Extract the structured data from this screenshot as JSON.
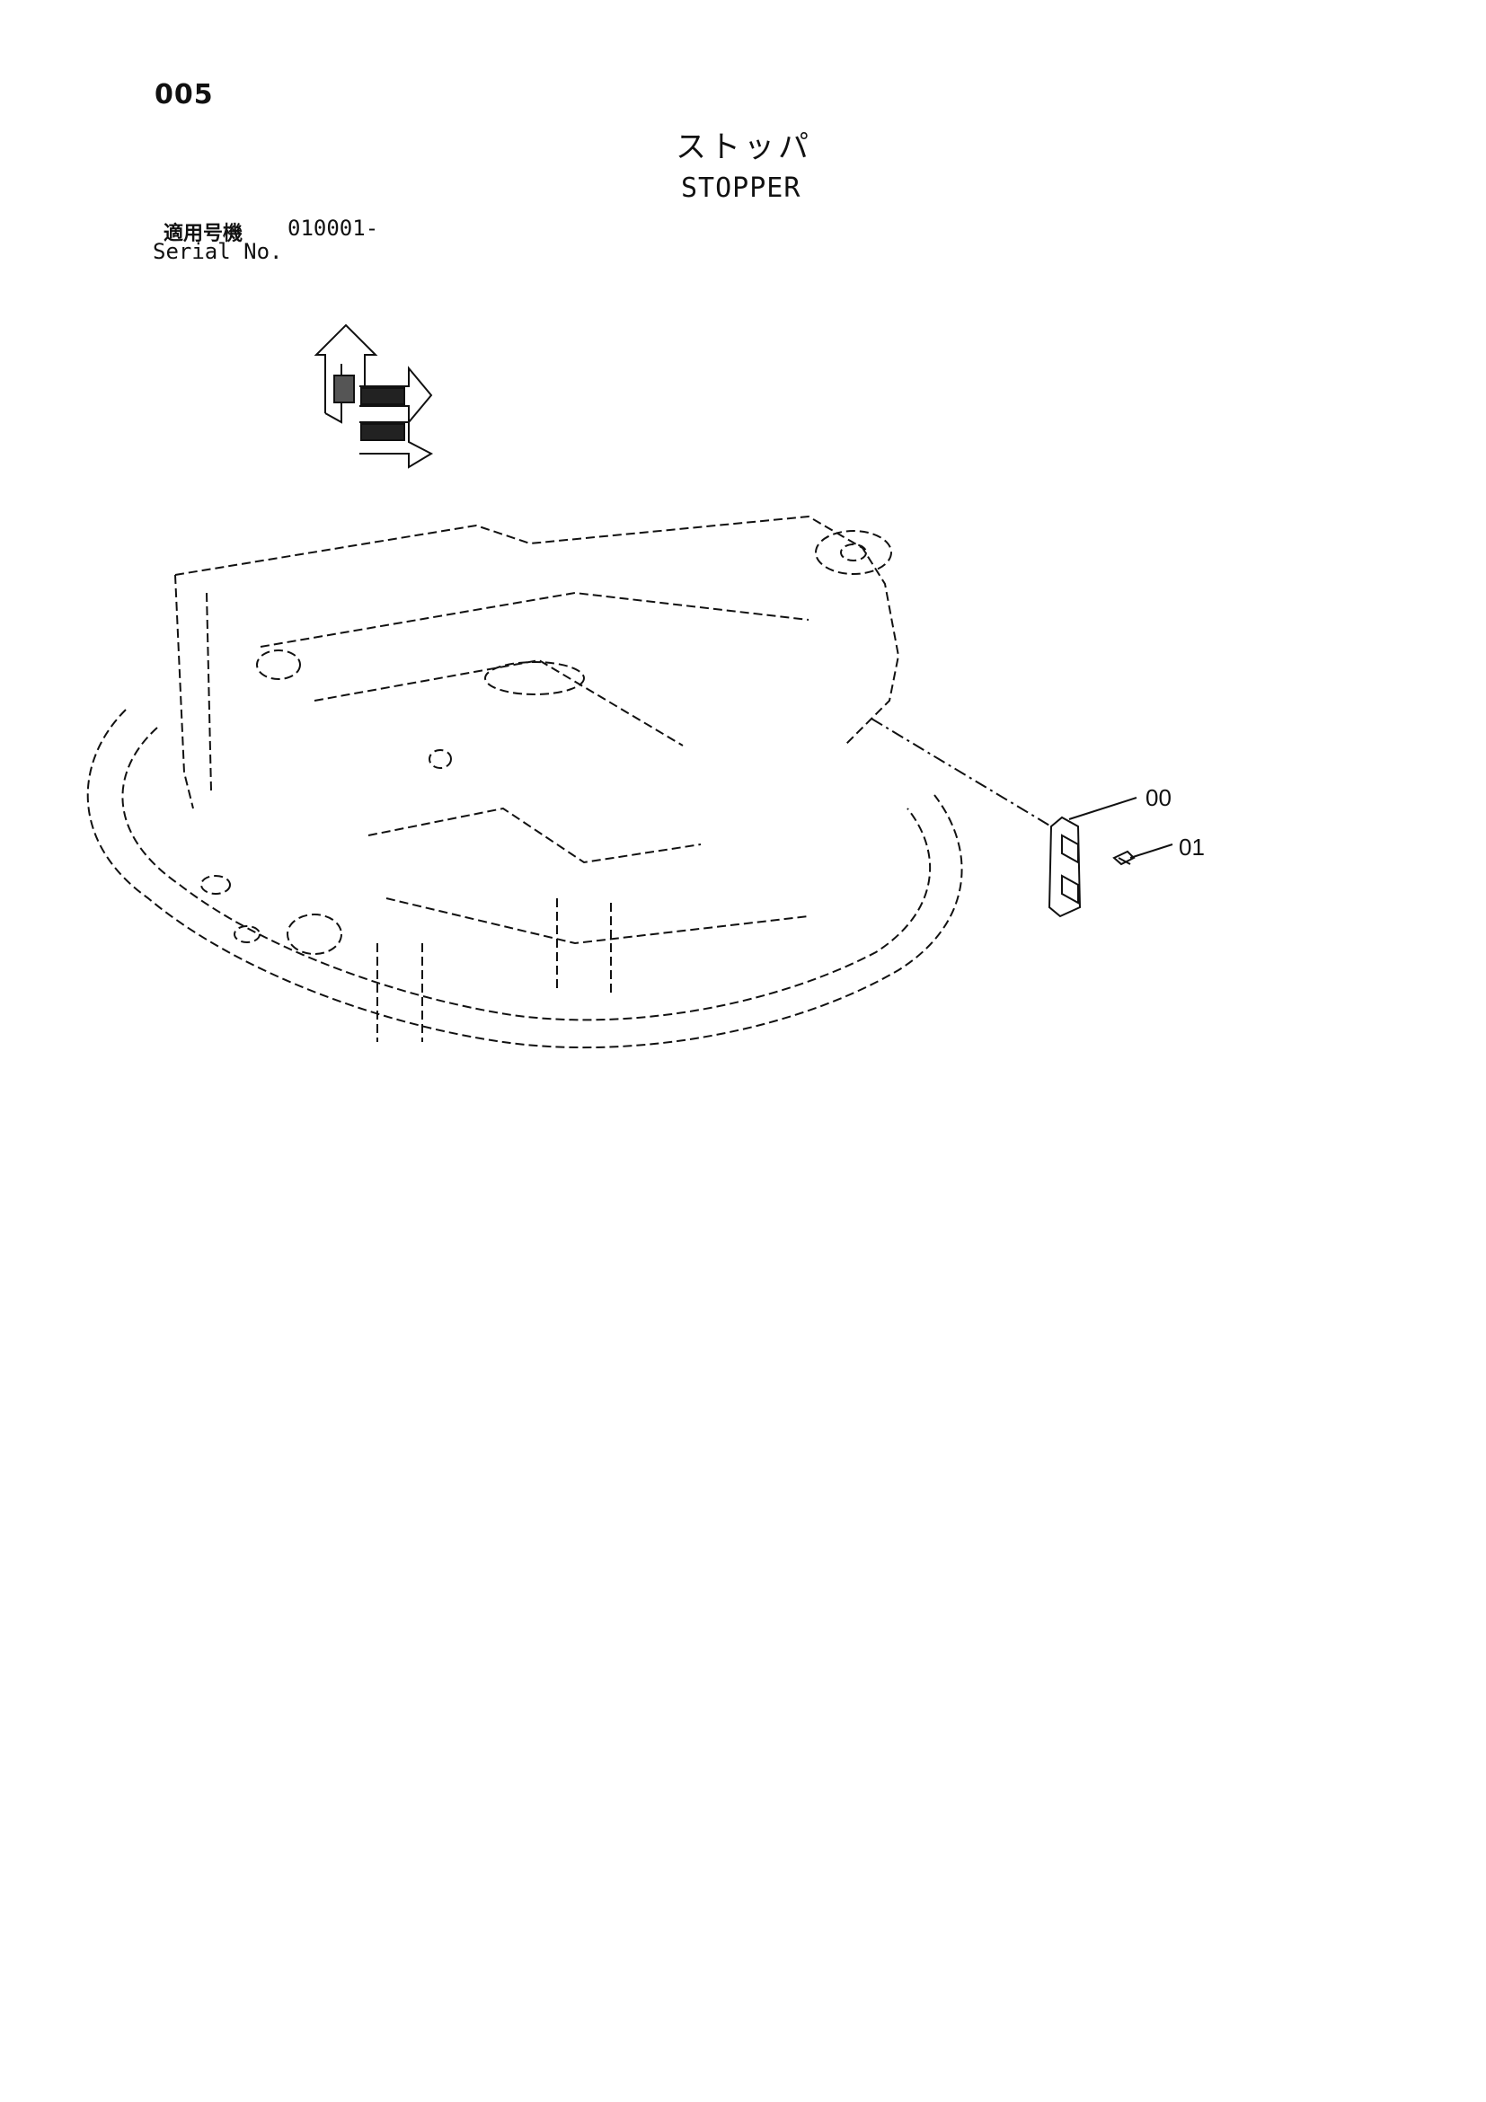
{
  "header": {
    "page_number": "005",
    "title_jp": "ストッパ",
    "title_en": "STOPPER",
    "serial_label_jp": "適用号機",
    "serial_value": "010001-",
    "serial_label_en": "Serial No."
  },
  "diagram": {
    "callouts": [
      {
        "label": "00"
      },
      {
        "label": "01"
      }
    ],
    "icons": [
      "orientation-arrows-icon"
    ]
  }
}
